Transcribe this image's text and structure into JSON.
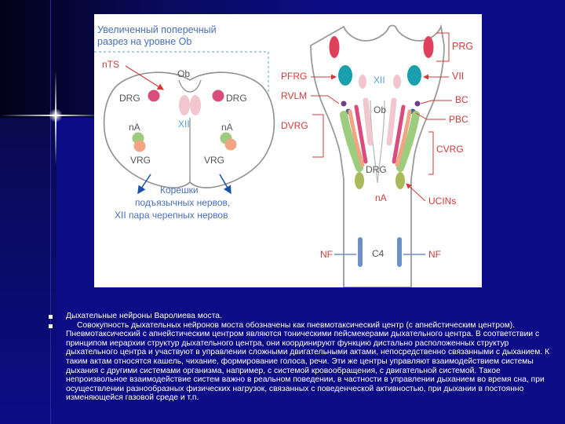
{
  "figure": {
    "title": [
      "Увеличенный поперечный",
      "разрез на уровне Ob"
    ],
    "cross_section": {
      "nTS": "nTS",
      "Ob": "Ob",
      "DRG_left": "DRG",
      "DRG_right": "DRG",
      "XII": "XII",
      "nA_left": "nA",
      "nA_right": "nA",
      "VRG_left": "VRG",
      "VRG_right": "VRG",
      "caption": [
        "Корешки",
        "подъязычных нервов,",
        "XII пара черепных нервов"
      ]
    },
    "brainstem": {
      "PRG": "PRG",
      "PFRG": "PFRG",
      "XII": "XII",
      "VII": "VII",
      "RVLM": "RVLM",
      "Ob": "Ob",
      "BC": "BC",
      "PBC": "PBC",
      "DVRG": "DVRG",
      "CVRG": "CVRG",
      "DRG": "DRG",
      "nA": "nA",
      "UCINs": "UCINs",
      "NF_left": "NF",
      "C4": "C4",
      "NF_right": "NF"
    },
    "colors": {
      "pink": "#d94d7d",
      "red": "#e0405a",
      "teal": "#1a9fae",
      "green": "#9ccc7e",
      "olive": "#a8ba5a",
      "salmon": "#f2a584",
      "light_pink": "#f2c6cf",
      "label_red": "#d23b3b",
      "label_blue": "#1a4fa8",
      "nerve_blue": "#6e8fc6"
    }
  },
  "text": {
    "bullets": [
      "Дыхательные нейроны Варолиева моста.",
      "Совокупность дыхательных нейронов моста обозначены как пневмотаксический центр (с апнейстическим центром). Пневмотаксический с апнейстическим центром являются тоническими пейсмекерами дыхательного центра. В соответствии с принципом иерархии структур дыхательного центра, они координируют функцию дистально расположенных структур дыхательного центра и участвуют в управлении сложными двигательными актами, непосредственно связанными с дыханием. К таким актам относятся кашель, чихание, формирование голоса, речи. Эти же центры управляют взаимодействием системы дыхания с другими системами организма, например, с системой кровообращения, с двигательной системой. Такое непроизвольное взаимодействие систем важно в реальном поведении, в частности в управлении дыханием во время сна, при осуществлении разнообразных физических нагрузок, связанных с поведенческой активностью, при дыхании в постоянно изменяющейся газовой среде и т.п."
    ]
  }
}
